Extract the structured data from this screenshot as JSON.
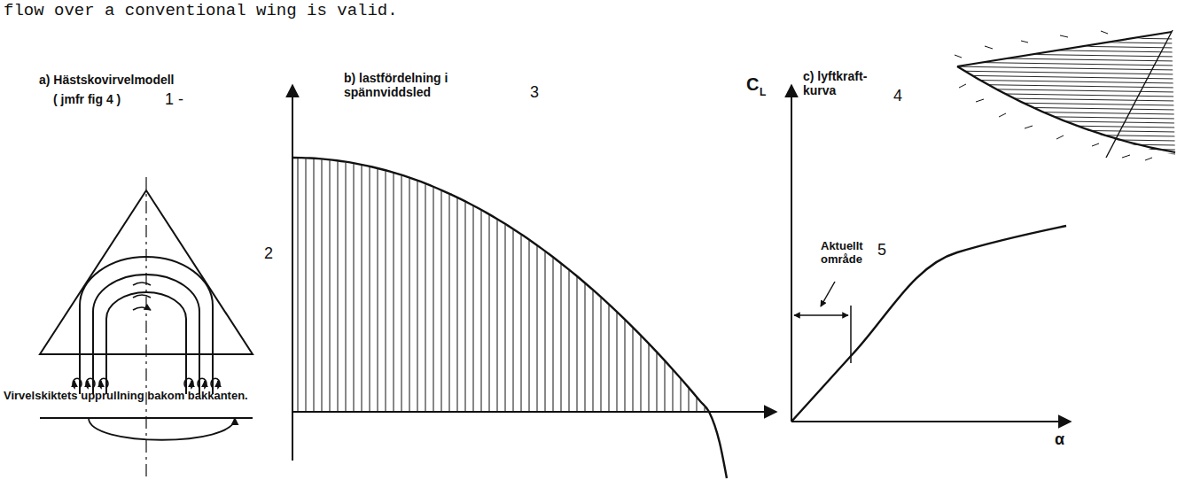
{
  "diagram": {
    "labels": [
      "flow over a conventional wing is valid.",
      "a) Hästskovirvelmodell",
      "( jmfr fig 4 )",
      "1 -",
      "2",
      "Virvelskiktets upprullning bakom bakkanten.",
      "b) lastfördelning i spännviddsled",
      "3",
      "c) lyftkraft- kurva",
      "4",
      "C",
      "L",
      "Aktuellt område",
      "5",
      "α"
    ]
  }
}
